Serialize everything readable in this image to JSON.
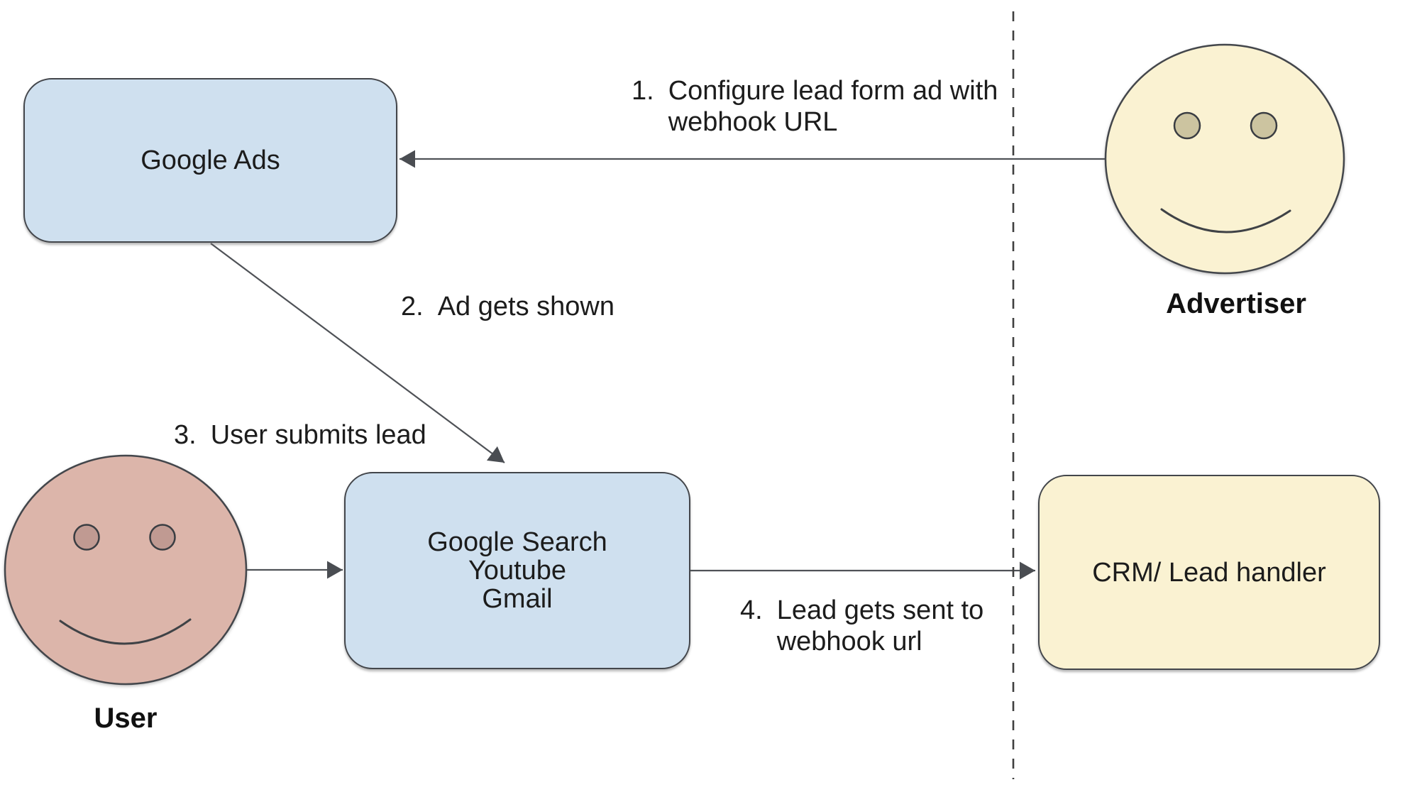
{
  "nodes": {
    "google_ads": {
      "label": "Google Ads",
      "fill": "#cfe0ef"
    },
    "google_properties": {
      "lines": [
        "Google Search",
        "Youtube",
        "Gmail"
      ],
      "fill": "#cfe0ef"
    },
    "crm": {
      "label": "CRM/ Lead handler",
      "fill": "#faf2d2"
    }
  },
  "actors": {
    "advertiser": {
      "label": "Advertiser",
      "fill": "#faf2d2",
      "eye_fill": "#ccc4a0"
    },
    "user": {
      "label": "User",
      "fill": "#dcb5aa",
      "eye_fill": "#c09a92"
    }
  },
  "steps": [
    {
      "num": "1.",
      "lines": [
        "Configure lead form ad with",
        "webhook URL"
      ]
    },
    {
      "num": "2.",
      "lines": [
        "Ad gets shown"
      ]
    },
    {
      "num": "3.",
      "lines": [
        "User submits lead"
      ]
    },
    {
      "num": "4.",
      "lines": [
        "Lead gets sent to",
        "webhook url"
      ]
    }
  ],
  "colors": {
    "shape_stroke": "#43464b",
    "arrow": "#4f5257",
    "dashed_line": "#3f3f3f",
    "text": "#1c1c1c",
    "background": "#ffffff"
  }
}
